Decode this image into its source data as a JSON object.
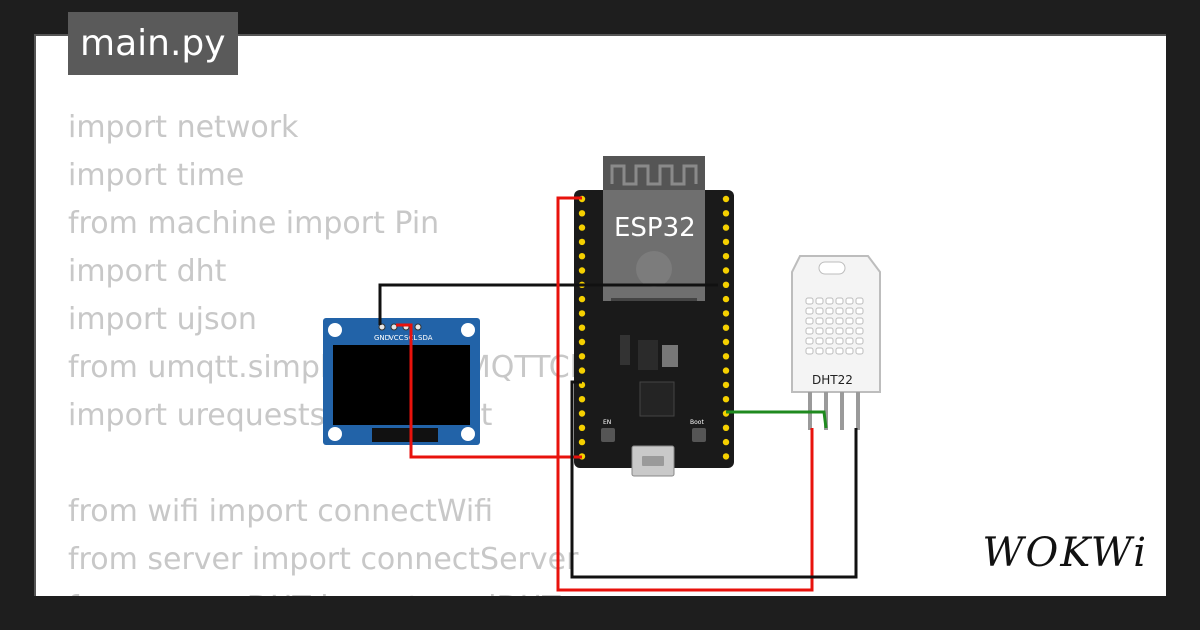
{
  "file_tab": {
    "title": "main.py"
  },
  "code_lines": [
    "import network",
    "import time",
    "from machine import Pin",
    "import dht",
    "import ujson",
    "from umqtt.simple import MQTTClient",
    "import urequests as request",
    "",
    "from wifi import connectWifi",
    "from server import connectServer",
    "from sensorDHT import readDHT"
  ],
  "esp32": {
    "label": "ESP32",
    "en_label": "EN",
    "boot_label": "Boot"
  },
  "oled": {
    "pins": [
      "GND",
      "VCC",
      "SCL",
      "SDA"
    ]
  },
  "dht22": {
    "label": "DHT22"
  },
  "logo": {
    "text": "WOKWi"
  },
  "colors": {
    "background": "#1e1e1e",
    "wire_red": "#e8120c",
    "wire_black": "#111111",
    "wire_green": "#1f8a1f",
    "oled_board": "#2263a8",
    "esp_board": "#1a1a1a",
    "pin_yellow": "#f5d000"
  }
}
